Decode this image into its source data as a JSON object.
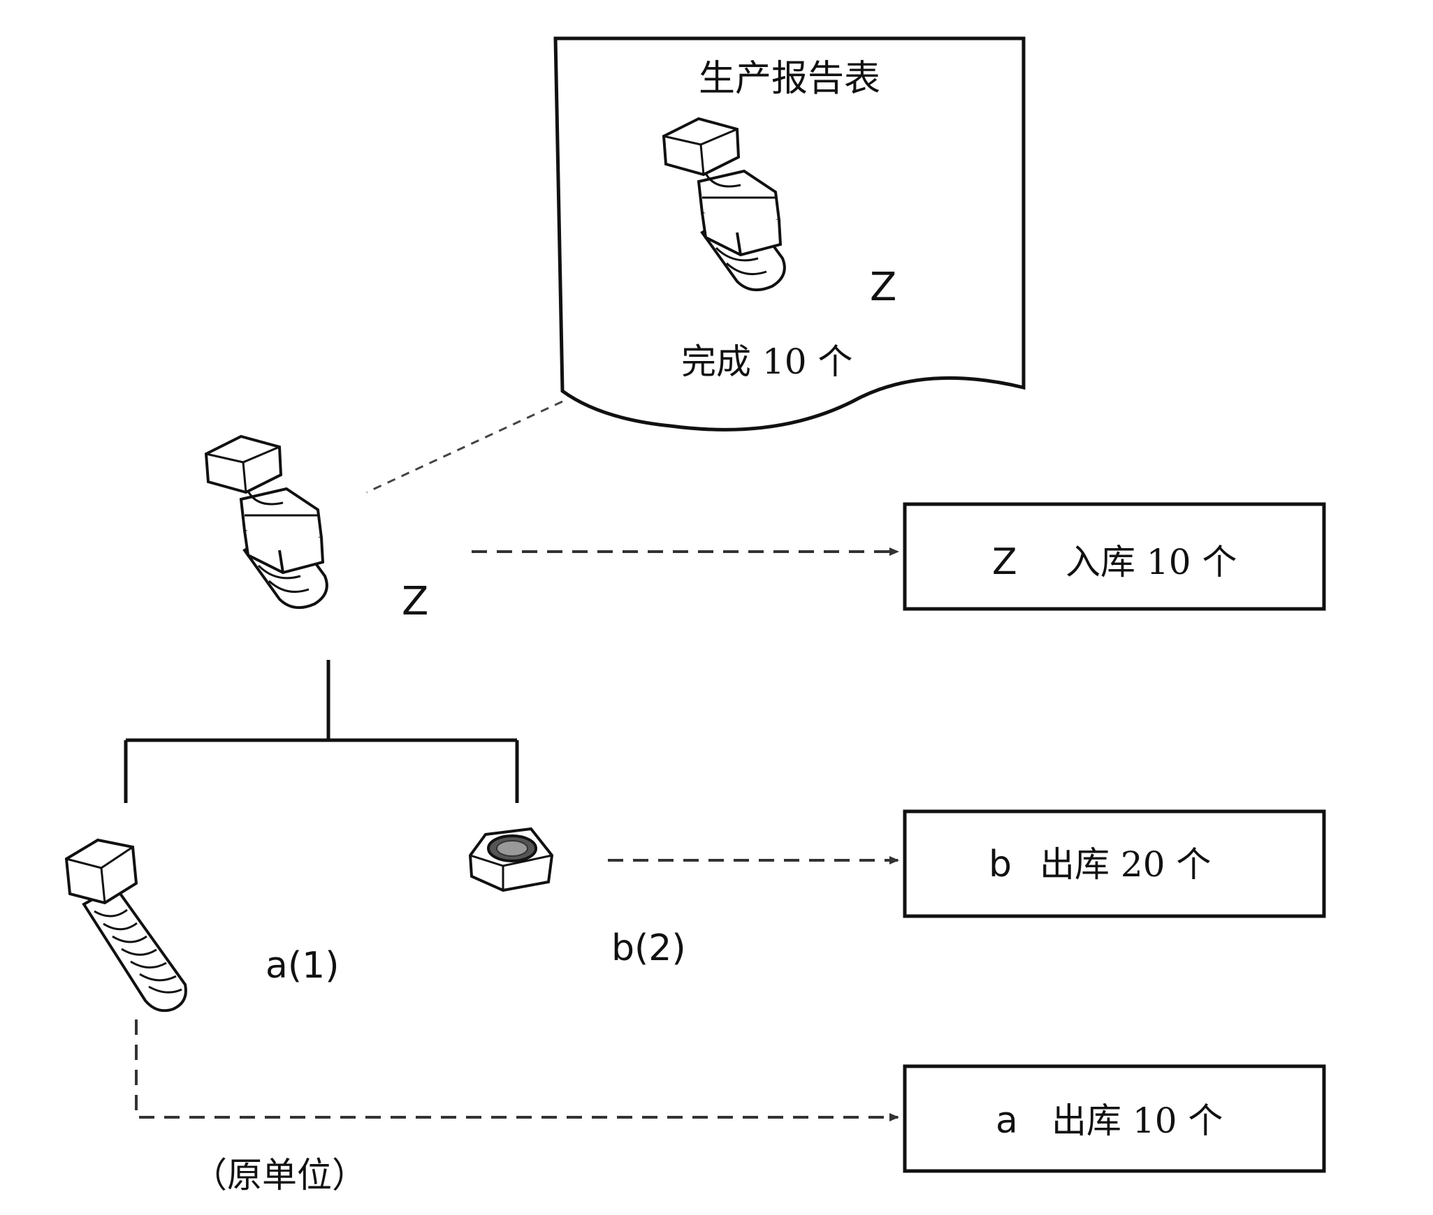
{
  "report": {
    "title": "生产报告表",
    "product_letter": "Z",
    "completed": "完成 10 个"
  },
  "assembly": {
    "product_letter": "Z",
    "part_a_label": "a(1)",
    "part_b_label": "b(2)",
    "unit_note": "（原单位）"
  },
  "transactions": [
    {
      "letter": "Z",
      "text": "入库 10 个"
    },
    {
      "letter": "b",
      "text": "出库 20 个"
    },
    {
      "letter": "a",
      "text": "出库 10 个"
    }
  ]
}
